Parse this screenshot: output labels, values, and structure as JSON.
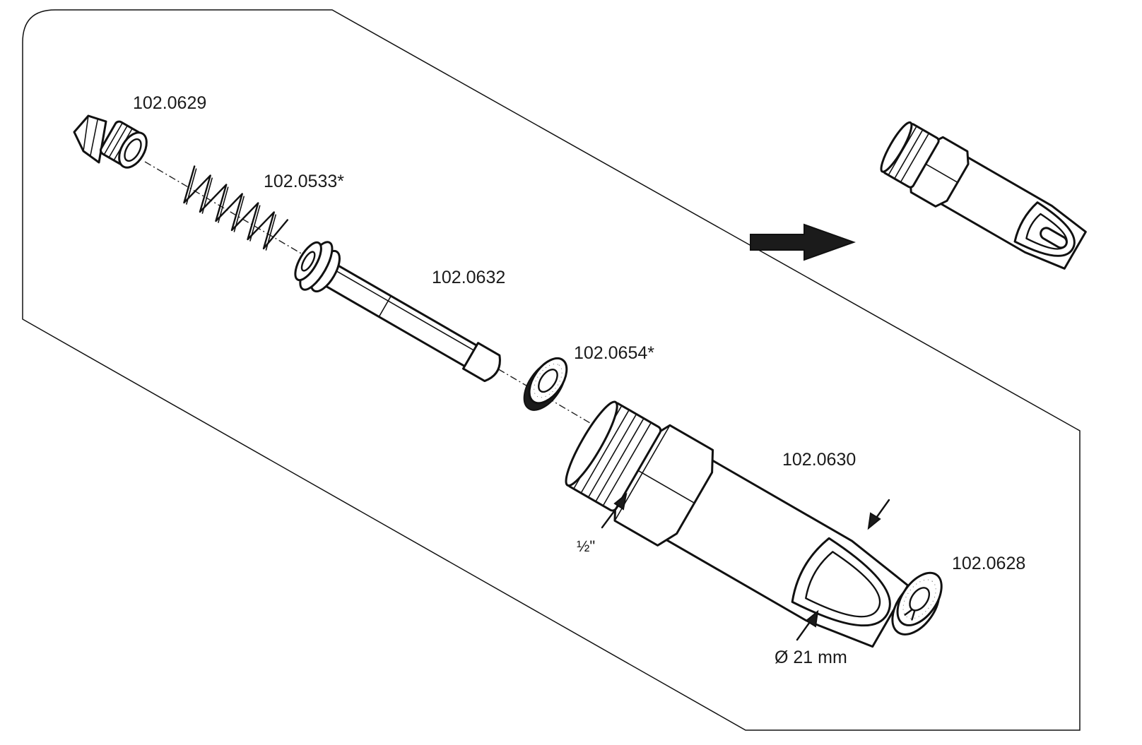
{
  "parts": [
    {
      "id": "tip",
      "label": "102.0629"
    },
    {
      "id": "spring",
      "label": "102.0533*"
    },
    {
      "id": "pin",
      "label": "102.0632"
    },
    {
      "id": "seal",
      "label": "102.0654*"
    },
    {
      "id": "body",
      "label": "102.0630"
    },
    {
      "id": "washer",
      "label": "102.0628"
    }
  ],
  "dimensions": {
    "thread": "½\"",
    "diameter": "Ø 21 mm"
  }
}
